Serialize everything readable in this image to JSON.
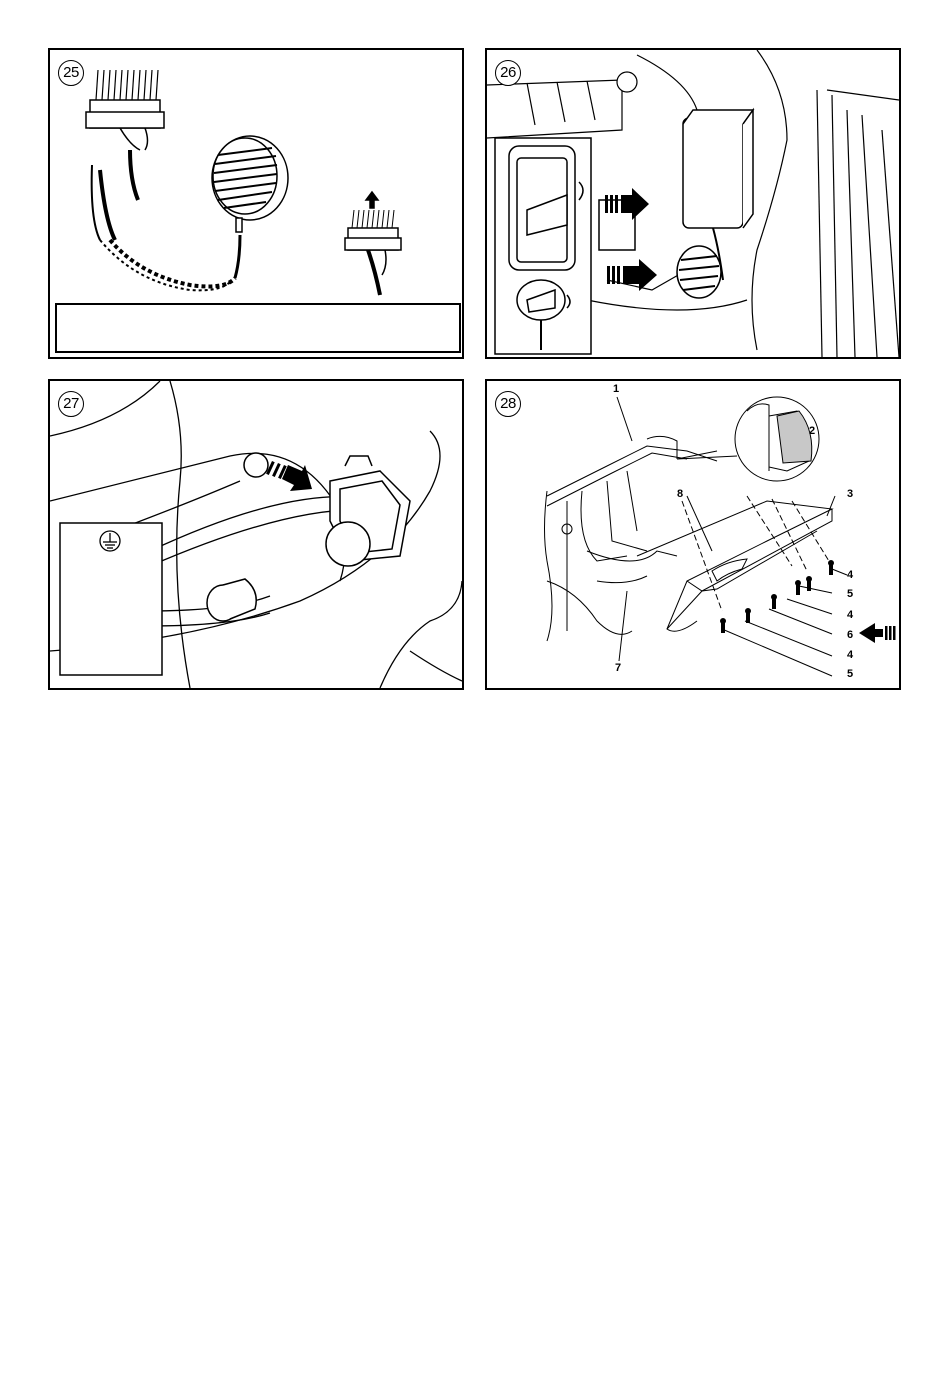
{
  "panels": [
    {
      "step": "25",
      "callouts": []
    },
    {
      "step": "26",
      "callouts": []
    },
    {
      "step": "27",
      "callouts": []
    },
    {
      "step": "28",
      "callouts": [
        "1",
        "2",
        "3",
        "4",
        "5",
        "4",
        "6",
        "4",
        "5",
        "7",
        "8"
      ]
    }
  ],
  "icons": {
    "ground": "ground-symbol-icon",
    "arrow": "push-arrow-icon"
  }
}
